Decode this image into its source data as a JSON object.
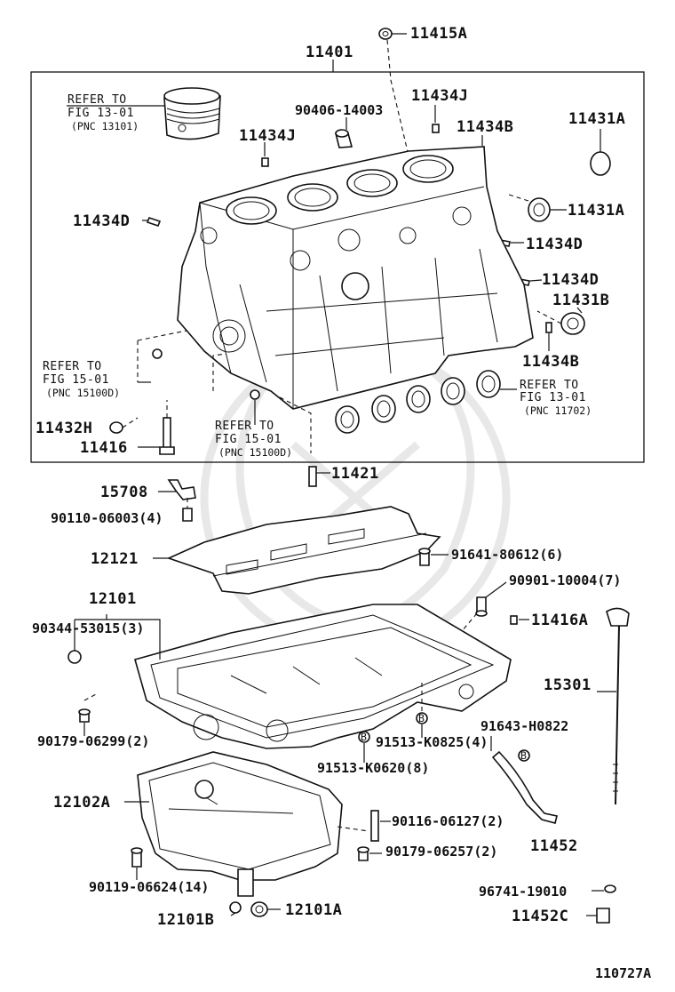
{
  "diagram": {
    "figure_code": "110727A",
    "labels": {
      "p11415A": "11415A",
      "p11401": "11401",
      "p11434J_a": "11434J",
      "p11434J_b": "11434J",
      "p90406": "90406-14003",
      "p11434B_a": "11434B",
      "p11434B_b": "11434B",
      "p11431A_a": "11431A",
      "p11431A_b": "11431A",
      "p11434D_a": "11434D",
      "p11434D_b": "11434D",
      "p11434D_c": "11434D",
      "p11431B": "11431B",
      "p11432H": "11432H",
      "p11416": "11416",
      "p11421": "11421",
      "p15708": "15708",
      "p90110": "90110-06003(4)",
      "p12121": "12121",
      "p91641": "91641-80612(6)",
      "p12101": "12101",
      "p90901": "90901-10004(7)",
      "p90344": "90344-53015(3)",
      "p11416A": "11416A",
      "p15301": "15301",
      "p90179_a": "90179-06299(2)",
      "p91643": "91643-H0822",
      "p91513_a": "91513-K0825(4)",
      "p91513_b": "91513-K0620(8)",
      "p12102A": "12102A",
      "p90116": "90116-06127(2)",
      "p11452": "11452",
      "p90179_b": "90179-06257(2)",
      "p90119": "90119-06624(14)",
      "p96741": "96741-19010",
      "p12101B": "12101B",
      "p12101A": "12101A",
      "p11452C": "11452C"
    },
    "refs": {
      "piston": {
        "l1": "REFER TO",
        "l2": "FIG 13-01",
        "l3": "(PNC 13101)"
      },
      "left_1501": {
        "l1": "REFER TO",
        "l2": "FIG 15-01",
        "l3": "(PNC 15100D)"
      },
      "mid_1501": {
        "l1": "REFER TO",
        "l2": "FIG 15-01",
        "l3": "(PNC 15100D)"
      },
      "bearing": {
        "l1": "REFER TO",
        "l2": "FIG 13-01",
        "l3": "(PNC 11702)"
      }
    }
  }
}
